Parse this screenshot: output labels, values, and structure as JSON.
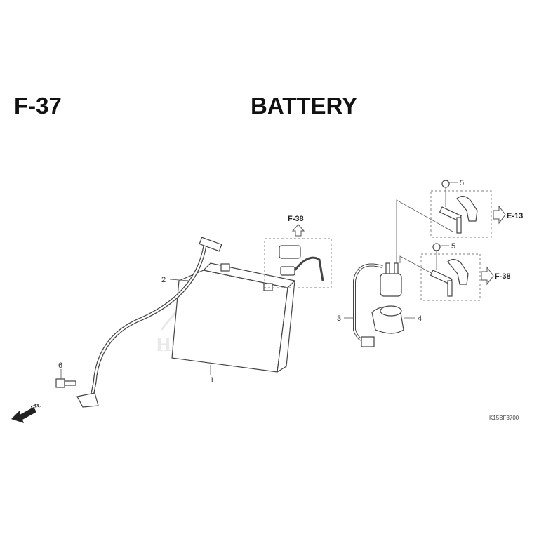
{
  "header": {
    "section": "F-37",
    "title": "BATTERY"
  },
  "callouts": {
    "p1": "1",
    "p2": "2",
    "p3": "3",
    "p4": "4",
    "p5a": "5",
    "p5b": "5",
    "p6": "6"
  },
  "references": {
    "f38_top": "F-38",
    "e13": "E-13",
    "f38_right": "F-38"
  },
  "direction": "FR.",
  "watermark": "HONDA",
  "diagram_code": "K15BF3700"
}
